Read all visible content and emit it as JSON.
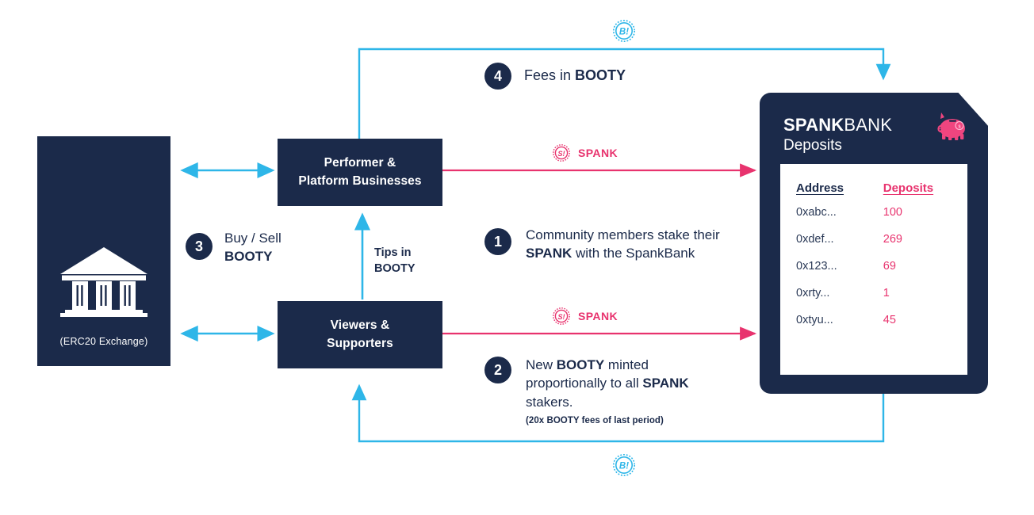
{
  "diagram": {
    "title": "SpankChain token flow diagram",
    "colors": {
      "dark_navy": "#1b2a4a",
      "cyan": "#2eb6e8",
      "pink": "#e8336e",
      "white": "#ffffff"
    }
  },
  "exchange": {
    "label": "(ERC20 Exchange)",
    "icon": "bank-icon"
  },
  "boxes": {
    "performer": "Performer &\nPlatform Businesses",
    "performer_line1": "Performer &",
    "performer_line2": "Platform Businesses",
    "viewers_line1": "Viewers &",
    "viewers_line2": "Supporters"
  },
  "steps": [
    {
      "number": "1",
      "text_parts": [
        "Community members stake their ",
        "SPANK",
        " with the SpankBank"
      ],
      "fine": ""
    },
    {
      "number": "2",
      "text_parts": [
        "New ",
        "BOOTY",
        " minted proportionally to all ",
        "SPANK",
        " stakers."
      ],
      "fine": "(20x BOOTY fees of last period)"
    },
    {
      "number": "3",
      "line1": "Buy / Sell",
      "line2": "BOOTY"
    },
    {
      "number": "4",
      "text_prefix": "Fees in ",
      "text_bold": "BOOTY"
    }
  ],
  "labels": {
    "tips_line1": "Tips in",
    "tips_line2": "BOOTY"
  },
  "tokens": {
    "spank_badge": "S!",
    "spank_label": "SPANK",
    "booty_badge": "B!"
  },
  "spankbank": {
    "title_bold": "SPANK",
    "title_rest": "BANK",
    "subtitle": "Deposits",
    "piggy_icon": "piggy-bank-icon",
    "table": {
      "headers": [
        "Address",
        "Deposits"
      ],
      "rows": [
        {
          "address": "0xabc...",
          "deposit": "100"
        },
        {
          "address": "0xdef...",
          "deposit": "269"
        },
        {
          "address": "0x123...",
          "deposit": "69"
        },
        {
          "address": "0xrty...",
          "deposit": "1"
        },
        {
          "address": "0xtyu...",
          "deposit": "45"
        }
      ]
    }
  }
}
